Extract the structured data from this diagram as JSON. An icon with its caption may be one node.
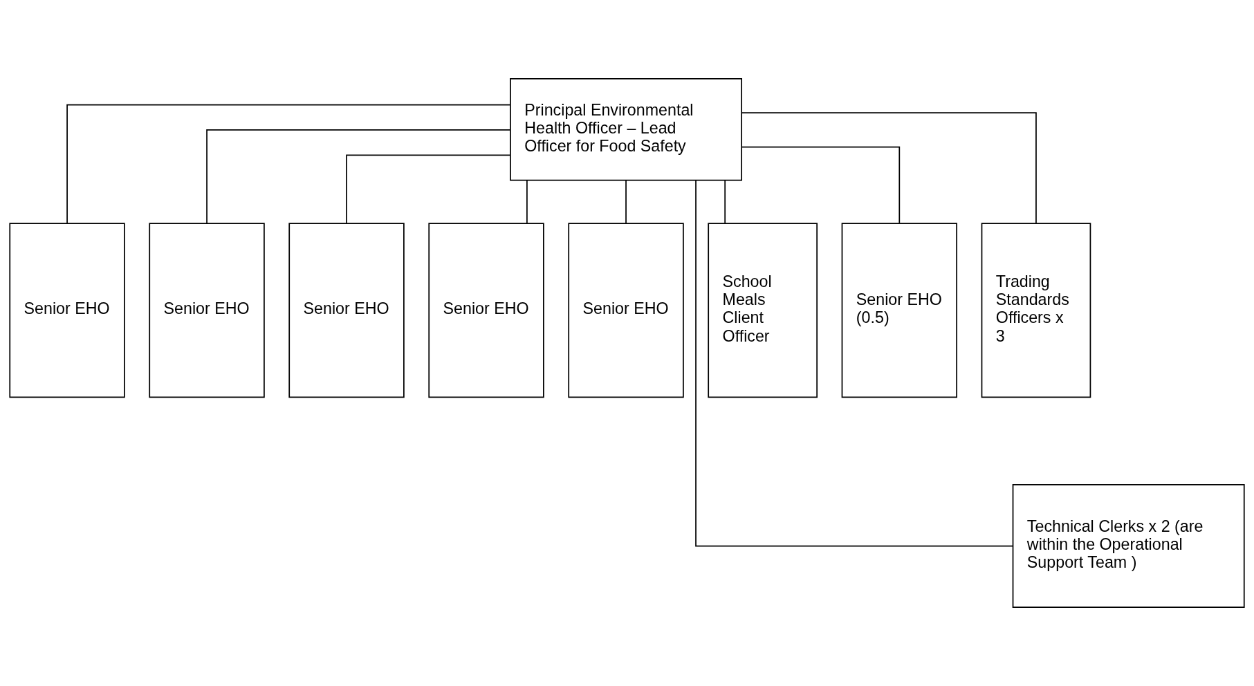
{
  "diagram": {
    "nodes": [
      {
        "text": [
          "Principal Environmental Health Officer – Lead Officer for Food Safety"
        ]
      },
      {
        "text": [
          "Senior EHO"
        ]
      },
      {
        "text": [
          "Senior EHO"
        ]
      },
      {
        "text": [
          "Senior EHO"
        ]
      },
      {
        "text": [
          "Senior EHO"
        ]
      },
      {
        "text": [
          "Senior EHO"
        ]
      },
      {
        "text": [
          "School Meals Client Officer"
        ]
      },
      {
        "text": [
          "Senior EHO (0.5)"
        ]
      },
      {
        "text": [
          "Trading Standards Officers x 3"
        ]
      },
      {
        "text": [
          "Technical Clerks x 2 (are within the Operational Support Team )"
        ]
      }
    ],
    "edges": [
      {
        "from": 0,
        "to": 1,
        "arrow": "none"
      },
      {
        "from": 0,
        "to": 9,
        "arrow": "none"
      },
      {
        "from": 0,
        "to": 2,
        "arrow": "none"
      },
      {
        "from": 0,
        "to": 3,
        "arrow": "none"
      },
      {
        "from": 0,
        "to": 4,
        "arrow": "none"
      },
      {
        "from": 0,
        "to": 5,
        "arrow": "none"
      },
      {
        "from": 0,
        "to": 6,
        "arrow": "none"
      },
      {
        "from": 0,
        "to": 7,
        "arrow": "none"
      },
      {
        "from": 0,
        "to": 8,
        "arrow": "none"
      }
    ]
  }
}
